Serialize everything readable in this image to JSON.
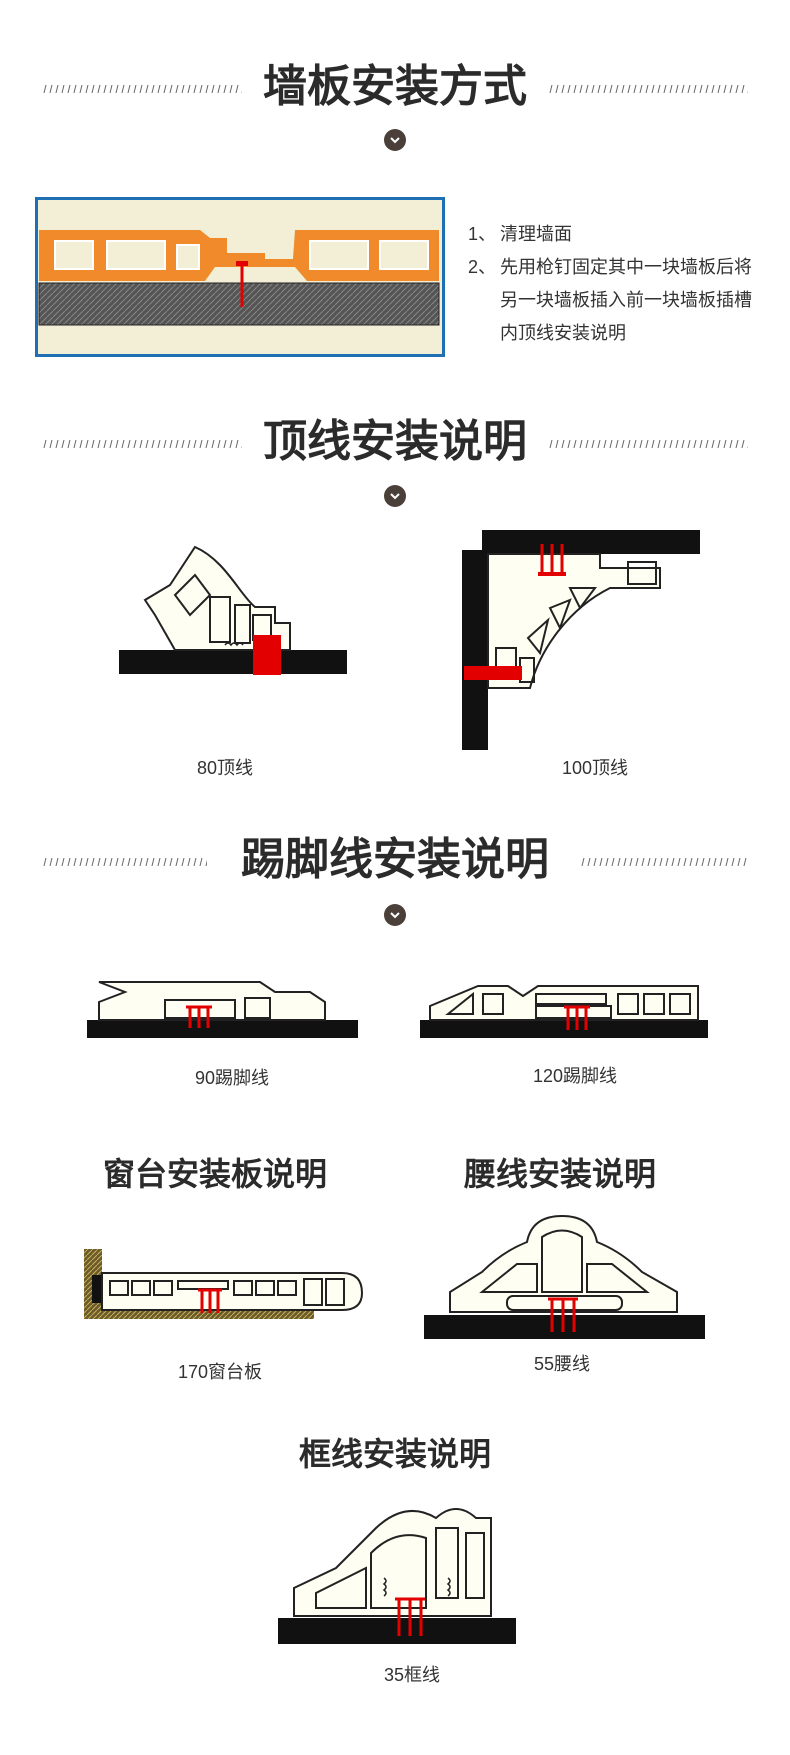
{
  "sections": {
    "wall_panel": {
      "title": "墙板安装方式",
      "steps": [
        {
          "num": "1、",
          "text": "清理墙面"
        },
        {
          "num": "2、",
          "text": "先用枪钉固定其中一块墙板后将另一块墙板插入前一块墙板插槽内顶线安装说明"
        }
      ]
    },
    "crown": {
      "title": "顶线安装说明",
      "items": [
        {
          "caption": "80顶线"
        },
        {
          "caption": "100顶线"
        }
      ]
    },
    "baseboard": {
      "title": "踢脚线安装说明",
      "items": [
        {
          "caption": "90踢脚线"
        },
        {
          "caption": "120踢脚线"
        }
      ]
    },
    "window": {
      "title": "窗台安装板说明",
      "caption": "170窗台板"
    },
    "waist": {
      "title": "腰线安装说明",
      "caption": "55腰线"
    },
    "frame": {
      "title": "框线安装说明",
      "caption": "35框线"
    }
  },
  "colors": {
    "orange": "#f08a2a",
    "blue_frame": "#1f6fb5",
    "cream": "#f3efd6",
    "red": "#ff0000",
    "dark": "#111111",
    "profile_fill": "#fffef2"
  }
}
